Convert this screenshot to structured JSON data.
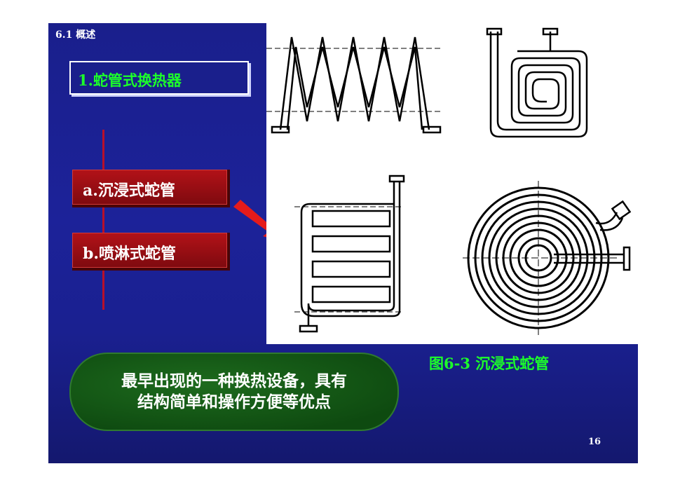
{
  "section": "6.1 概述",
  "title": "1.蛇管式换热器",
  "tabs": [
    {
      "label": "a.沉浸式蛇管"
    },
    {
      "label": "b.喷淋式蛇管"
    }
  ],
  "figure_caption": "图6-3  沉浸式蛇管",
  "note": [
    "最早出现的一种换热设备，具有",
    "结构简单和操作方便等优点"
  ],
  "page_number": "16",
  "colors": {
    "background": "#1a1f8c",
    "title_green": "#1cff2a",
    "tab_red": "#b31218",
    "note_green": "#0e4a10"
  }
}
